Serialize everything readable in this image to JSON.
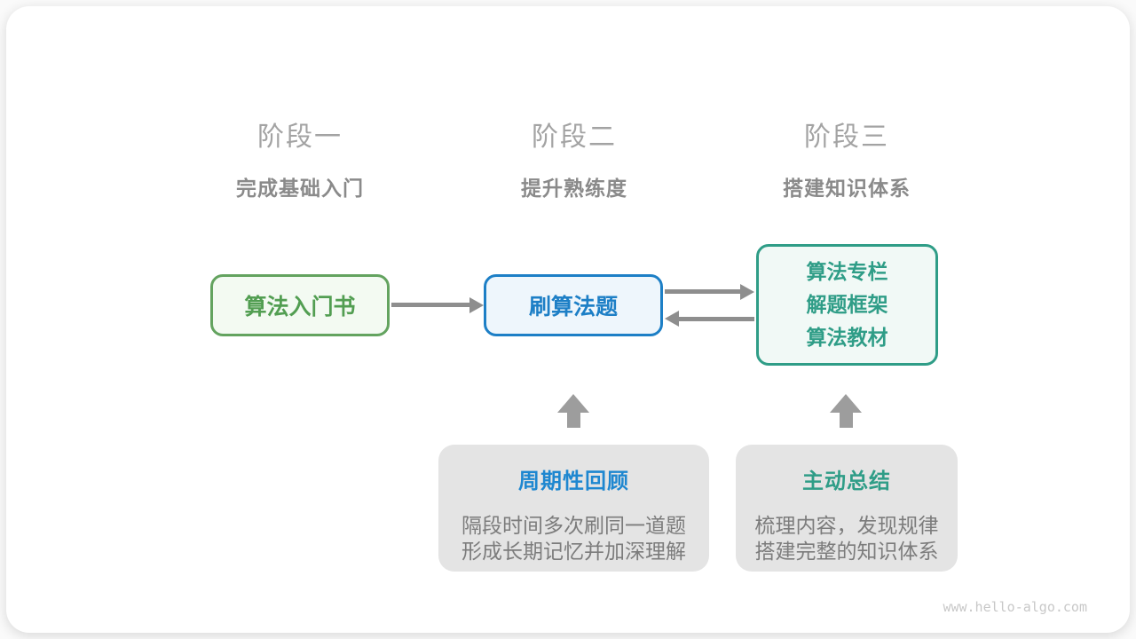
{
  "stages": [
    {
      "label": "阶段一",
      "subtitle": "完成基础入门"
    },
    {
      "label": "阶段二",
      "subtitle": "提升熟练度"
    },
    {
      "label": "阶段三",
      "subtitle": "搭建知识体系"
    }
  ],
  "nodes": {
    "beginner_book": {
      "label": "算法入门书"
    },
    "practice": {
      "label": "刷算法题"
    },
    "resources": {
      "lines": [
        "算法专栏",
        "解题框架",
        "算法教材"
      ]
    }
  },
  "callouts": [
    {
      "title": "周期性回顾",
      "lines": [
        "隔段时间多次刷同一道题",
        "形成长期记忆并加深理解"
      ]
    },
    {
      "title": "主动总结",
      "lines": [
        "梳理内容，发现规律",
        "搭建完整的知识体系"
      ]
    }
  ],
  "watermark": "www.hello-algo.com",
  "colors": {
    "green_border": "#63a35f",
    "green_text": "#529e52",
    "green_fill": "#f3faf2",
    "blue_border": "#1d7fc6",
    "blue_text": "#1d7fc6",
    "blue_fill": "#eef6fc",
    "teal_border": "#2f9d87",
    "teal_text": "#2f9d87",
    "teal_fill": "#f1f9f6",
    "arrow_gray": "#8e8e8e",
    "block_arrow_gray": "#9d9d9d",
    "callout_fill": "#e4e4e4",
    "callout_blue_title": "#1e87d0",
    "callout_teal_title": "#2f9d87",
    "stage_label_gray": "#a3a3a3",
    "stage_subtitle_gray": "#8a8a8a",
    "body_gray": "#7c7c7c",
    "watermark_gray": "#c8c8c8"
  }
}
